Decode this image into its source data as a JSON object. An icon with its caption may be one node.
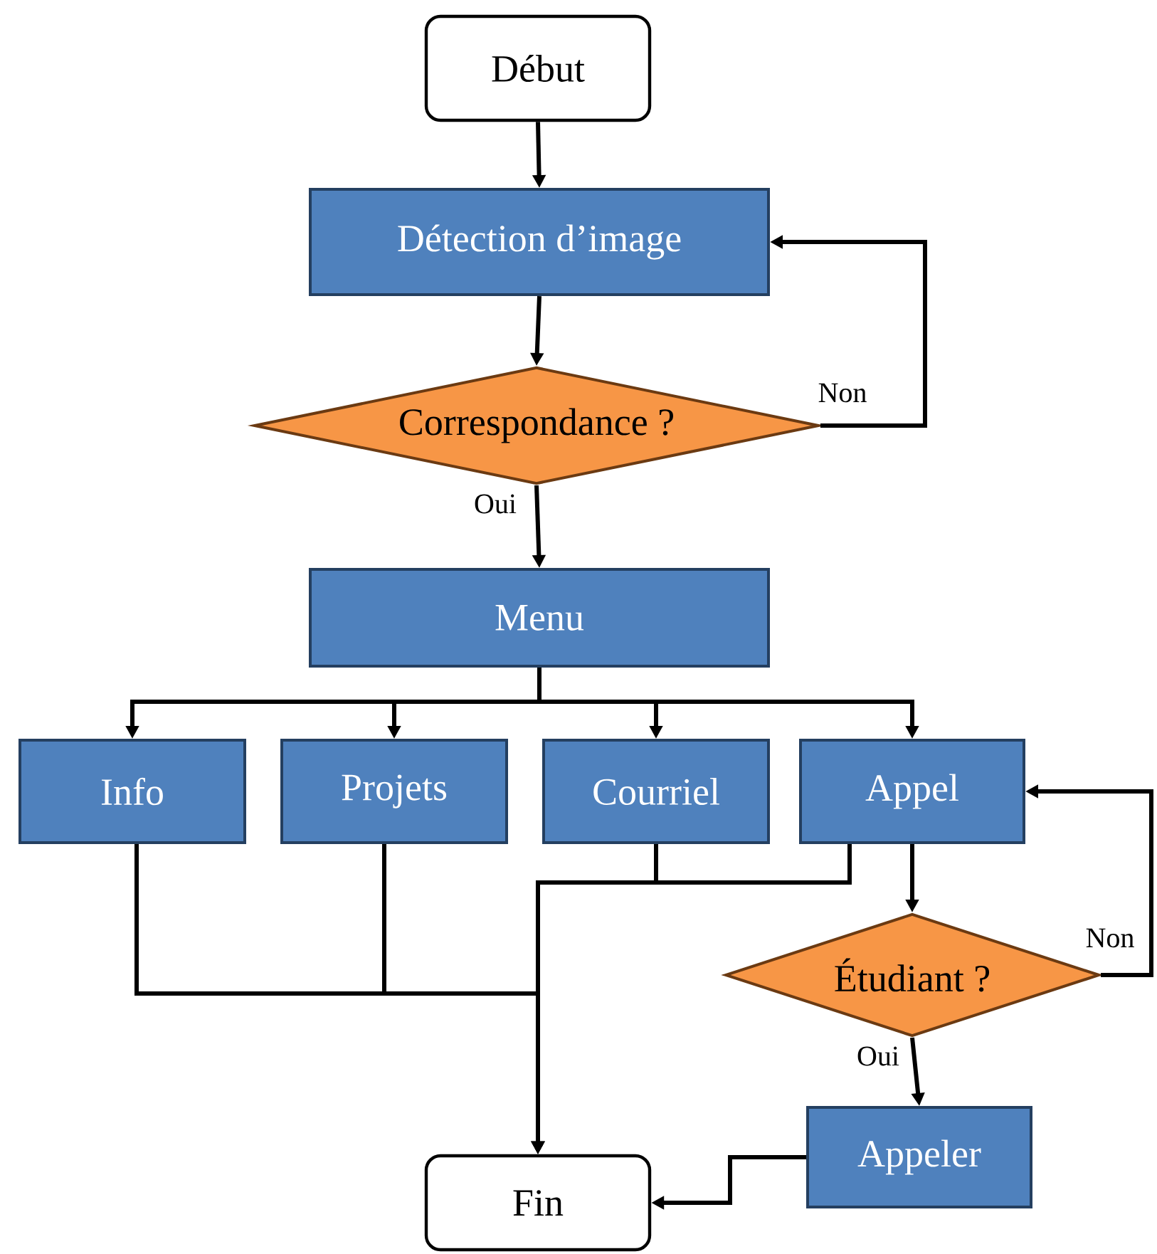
{
  "diagram": {
    "nodes": [
      {
        "text": [
          "Début"
        ]
      },
      {
        "text": [
          "Détection  d’image"
        ]
      },
      {
        "text": [
          "Correspondance ?"
        ]
      },
      {
        "text": [
          "Menu"
        ]
      },
      {
        "text": [
          "Info"
        ]
      },
      {
        "text": [
          "Projets"
        ]
      },
      {
        "text": [
          "Courriel"
        ]
      },
      {
        "text": [
          "Appel"
        ]
      },
      {
        "text": [
          "Étudiant ?"
        ]
      },
      {
        "text": [
          "Appeler"
        ]
      },
      {
        "text": [
          "Fin"
        ]
      }
    ],
    "edges": [
      {
        "from": 0,
        "to": 1,
        "arrow": "to"
      },
      {
        "from": 1,
        "to": 2,
        "arrow": "to"
      },
      {
        "from": 2,
        "to": 1,
        "arrow": "to",
        "label": "Non"
      },
      {
        "from": 2,
        "to": 3,
        "arrow": "to",
        "label": "Oui"
      },
      {
        "from": 3,
        "to": 4,
        "arrow": "to"
      },
      {
        "from": 3,
        "to": 5,
        "arrow": "to"
      },
      {
        "from": 3,
        "to": 6,
        "arrow": "to"
      },
      {
        "from": 3,
        "to": 7,
        "arrow": "to"
      },
      {
        "from": 4,
        "to": 10,
        "arrow": "to"
      },
      {
        "from": 5,
        "to": 10,
        "arrow": "to"
      },
      {
        "from": 6,
        "to": 10,
        "arrow": "to"
      },
      {
        "from": 7,
        "to": 10,
        "arrow": "to"
      },
      {
        "from": 7,
        "to": 8,
        "arrow": "to"
      },
      {
        "from": 8,
        "to": 7,
        "arrow": "to",
        "label": "Non"
      },
      {
        "from": 8,
        "to": 9,
        "arrow": "to",
        "label": "Oui"
      },
      {
        "from": 9,
        "to": 10,
        "arrow": "to"
      }
    ]
  }
}
